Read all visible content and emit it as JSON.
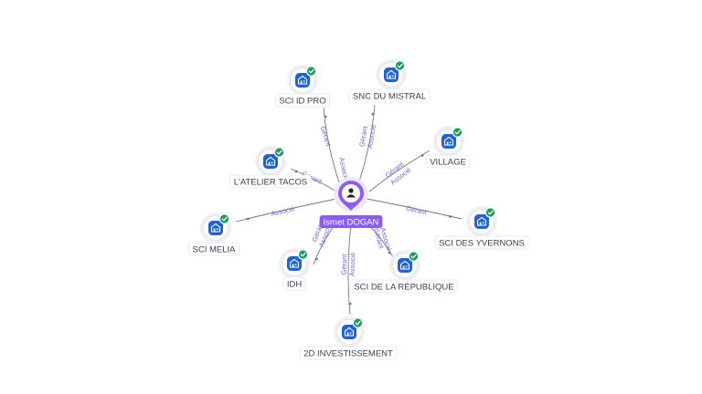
{
  "center": {
    "name": "Ismet DOGAN",
    "icon": "person-icon",
    "color": "#8b5cf6"
  },
  "companies": [
    {
      "id": "sci-id-pro",
      "name": "SCI ID PRO",
      "icon": "building-icon",
      "status": "verified"
    },
    {
      "id": "snc-du-mistral",
      "name": "SNC DU MISTRAL",
      "icon": "building-icon",
      "status": "verified"
    },
    {
      "id": "village",
      "name": "VILLAGE",
      "icon": "building-icon",
      "status": "verified"
    },
    {
      "id": "latelier-tacos",
      "name": "L'ATELIER TACOS",
      "icon": "building-icon",
      "status": "verified"
    },
    {
      "id": "sci-melia",
      "name": "SCI MELIA",
      "icon": "building-icon",
      "status": "verified"
    },
    {
      "id": "sci-des-yvernons",
      "name": "SCI DES YVERNONS",
      "icon": "building-icon",
      "status": "verified"
    },
    {
      "id": "idh",
      "name": "IDH",
      "icon": "building-icon",
      "status": "verified"
    },
    {
      "id": "sci-de-la-republique",
      "name": "SCI DE LA RÉPUBLIQUE",
      "icon": "building-icon",
      "status": "verified"
    },
    {
      "id": "2d-investissement",
      "name": "2D INVESTISSEMENT",
      "icon": "building-icon",
      "status": "verified"
    }
  ],
  "relations": [
    {
      "company": "sci-id-pro",
      "labels": [
        "Gérant",
        "Associé"
      ]
    },
    {
      "company": "snc-du-mistral",
      "labels": [
        "Gérant",
        "Associé"
      ]
    },
    {
      "company": "village",
      "labels": [
        "Gérant",
        "Associé"
      ]
    },
    {
      "company": "latelier-tacos",
      "labels": [
        "Gérant"
      ]
    },
    {
      "company": "sci-melia",
      "labels": [
        "Associé"
      ]
    },
    {
      "company": "sci-des-yvernons",
      "labels": [
        "Gérant"
      ]
    },
    {
      "company": "idh",
      "labels": [
        "Gérant",
        "Associé"
      ]
    },
    {
      "company": "sci-de-la-republique",
      "labels": [
        "Gérant",
        "Associé"
      ]
    },
    {
      "company": "2d-investissement",
      "labels": [
        "Gérant",
        "Associé"
      ]
    }
  ],
  "colors": {
    "building": "#1f63d9",
    "check": "#1e9c5a",
    "edge": "#6b7590",
    "edge_label": "#7068d8"
  }
}
